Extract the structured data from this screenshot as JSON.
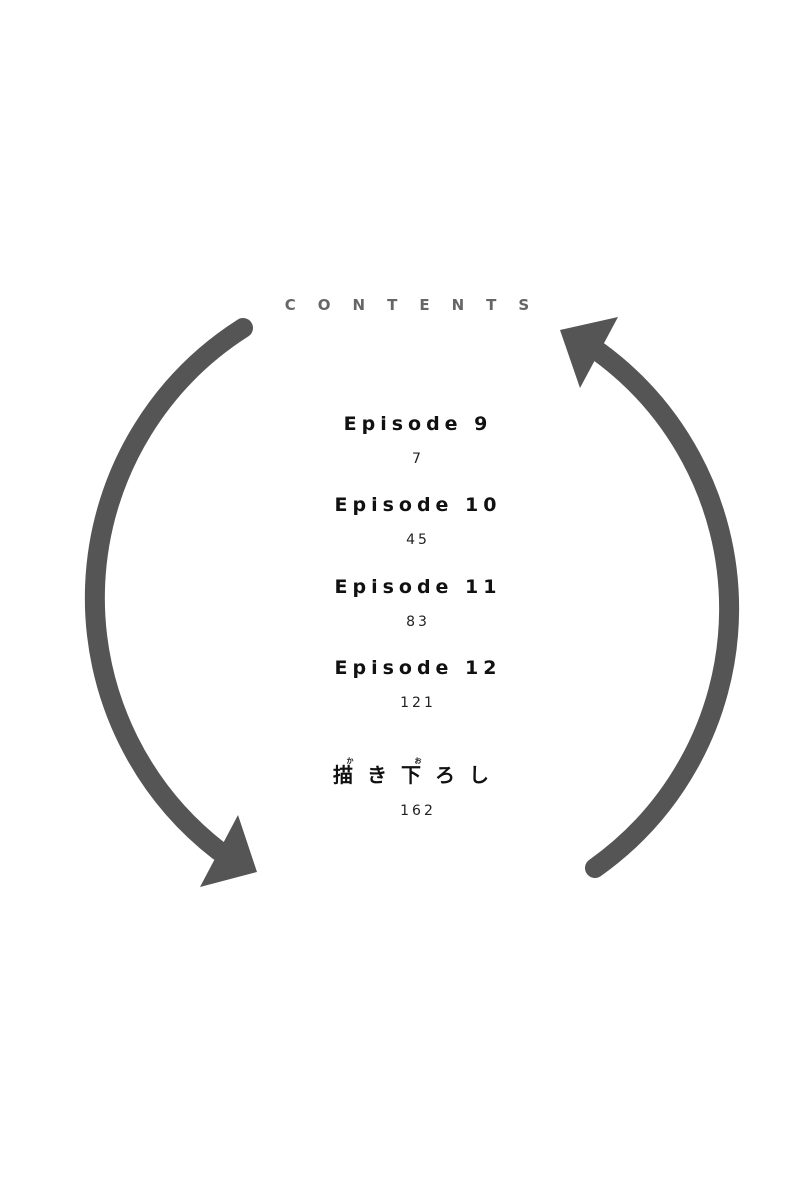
{
  "heading": "CONTENTS",
  "entries": [
    {
      "title": "Episode 9",
      "page": "7"
    },
    {
      "title": "Episode 10",
      "page": "45"
    },
    {
      "title": "Episode 11",
      "page": "83"
    },
    {
      "title": "Episode 12",
      "page": "121"
    }
  ],
  "extra": {
    "chars": [
      "描",
      "き",
      "下",
      "ろ",
      "し"
    ],
    "ruby": {
      "0": "か",
      "2": "お"
    },
    "title": "描き下ろし",
    "page": "162"
  },
  "colors": {
    "arrow": "#555555"
  }
}
